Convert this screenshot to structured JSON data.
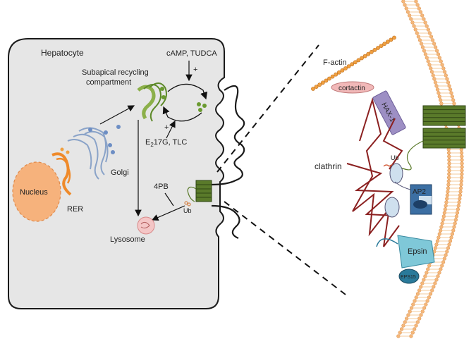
{
  "labels": {
    "hepatocyte": "Hepatocyte",
    "camp_tudca": "cAMP, TUDCA",
    "subapical_line1": "Subapical recycling",
    "subapical_line2": "compartment",
    "plus_top": "+",
    "plus_mid": "+",
    "e217g_prefix": "E",
    "e217g_sub": "2",
    "e217g_suffix": "17G, TLC",
    "golgi": "Golgi",
    "nucleus": "Nucleus",
    "rer": "RER",
    "fourpb": "4PB",
    "ub_left": "Ub",
    "lysosome": "Lysosome",
    "factin": "F-actin",
    "cortactin": "cortactin",
    "hax1": "HAX-1",
    "clathrin": "clathrin",
    "ub_right": "Ub",
    "ap2": "AP2",
    "epsin": "Epsin",
    "eps15": "EPS15"
  },
  "colors": {
    "cell_fill": "#e6e6e6",
    "nucleus": "#f6b27c",
    "rer": "#f08a24",
    "golgi": "#9fb6d6",
    "recycling": "#8cb04a",
    "transporter": "#5a7a2a",
    "actin": "#f0a040",
    "membrane": "#f5b77a",
    "clathrin": "#8b2020",
    "hax1": "#9d8fc4",
    "cortactin": "#f1b8b8",
    "ap2": "#3c6fa3",
    "epsin": "#7fc8d8",
    "eps15": "#2a7a9a",
    "lysosome": "#f4c6c6"
  }
}
